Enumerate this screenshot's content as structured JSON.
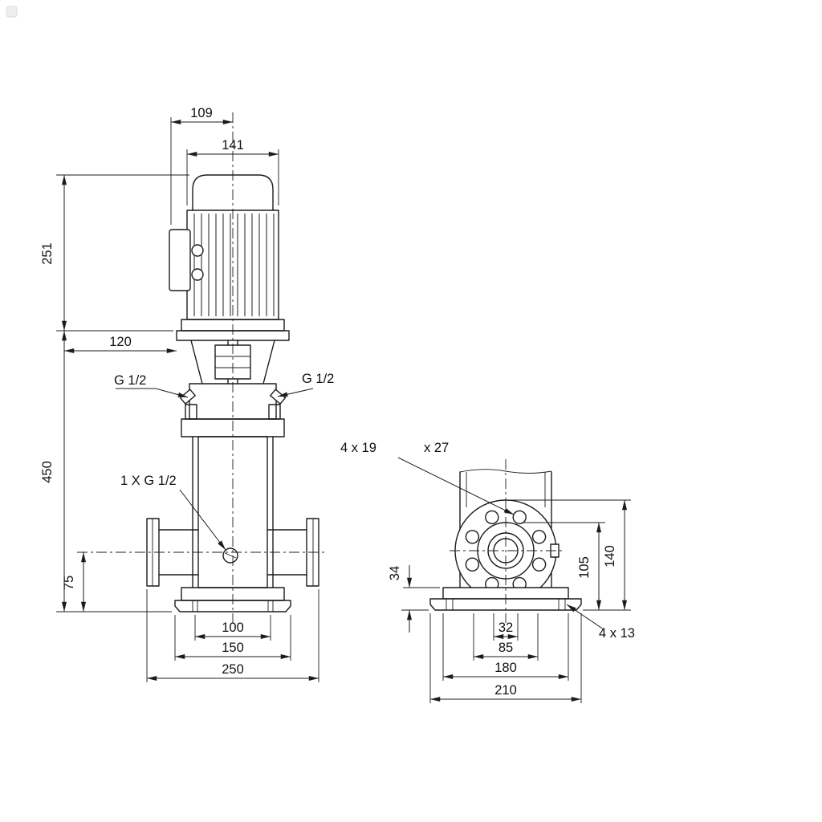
{
  "front_view": {
    "dim_109": "109",
    "dim_141": "141",
    "dim_251": "251",
    "dim_120": "120",
    "dim_450": "450",
    "dim_75": "75",
    "plug_left": "G 1/2",
    "plug_right": "G 1/2",
    "drain_label": "1 X G 1/2",
    "dim_100": "100",
    "dim_150": "150",
    "dim_250": "250"
  },
  "side_view": {
    "flange_holes_label": "4 x 19",
    "flange_holes_label_2": "x 27",
    "dim_34": "34",
    "dim_105": "105",
    "dim_140": "140",
    "dim_32": "32",
    "dim_85": "85",
    "dim_180": "180",
    "dim_210": "210",
    "base_holes_label": "4 x 13"
  }
}
